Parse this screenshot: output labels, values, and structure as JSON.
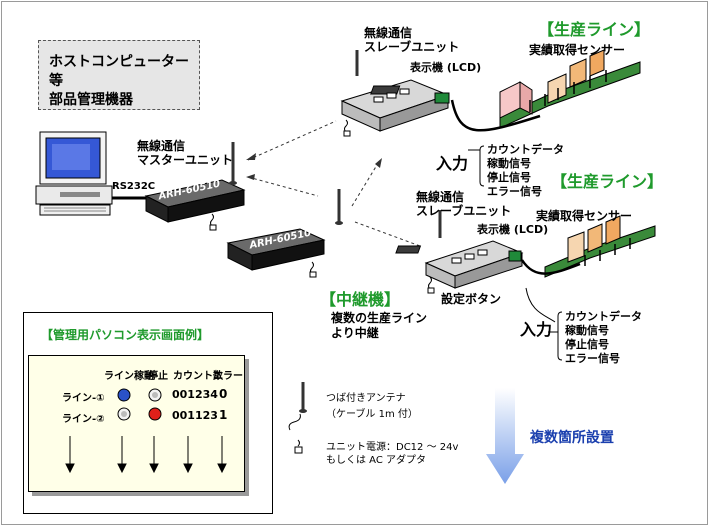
{
  "host": {
    "line1": "ホストコンピューター等",
    "line2": "部品管理機器"
  },
  "master": {
    "line1": "無線通信",
    "line2": "マスターユニット",
    "rs232c": "RS232C",
    "model": "ARH-60510"
  },
  "repeater": {
    "model": "ARH-60510",
    "label": "【中継機】",
    "desc1": "複数の生産ライン",
    "desc2": "より中継"
  },
  "slave1": {
    "line1": "無線通信",
    "line2": "スレーブユニット",
    "display": "表示機 (LCD)"
  },
  "slave2": {
    "line1": "無線通信",
    "line2": "スレーブユニット",
    "display": "表示機 (LCD)",
    "button": "設定ボタン"
  },
  "line1": {
    "title": "【生産ライン】",
    "sensor": "実績取得センサー"
  },
  "line2": {
    "title": "【生産ライン】",
    "sensor": "実績取得センサー"
  },
  "input1": {
    "label": "入力",
    "signals": [
      "カウントデータ",
      "稼動信号",
      "停止信号",
      "エラー信号"
    ]
  },
  "input2": {
    "label": "入力",
    "signals": [
      "カウントデータ",
      "稼動信号",
      "停止信号",
      "エラー信号"
    ]
  },
  "panel": {
    "title": "【管理用パソコン表示画面例】",
    "headers": [
      "ライン稼動",
      "停止",
      "カウント数",
      "エラー"
    ],
    "rows": [
      {
        "name": "ライン-①",
        "count": "001234",
        "error": "0"
      },
      {
        "name": "ライン-②",
        "count": "001123",
        "error": "1"
      }
    ]
  },
  "legend": {
    "antenna1": "つば付きアンテナ",
    "antenna2": "（ケーブル 1m 付）",
    "power1": "ユニット電源：DC12 ～ 24v",
    "power2": "もしくは AC アダプタ"
  },
  "multi": "複数箇所設置",
  "colors": {
    "green": "#1f9a2c",
    "blue": "#1a3fae",
    "lamp_blue": "#2a52c8",
    "lamp_red": "#e0201a"
  }
}
